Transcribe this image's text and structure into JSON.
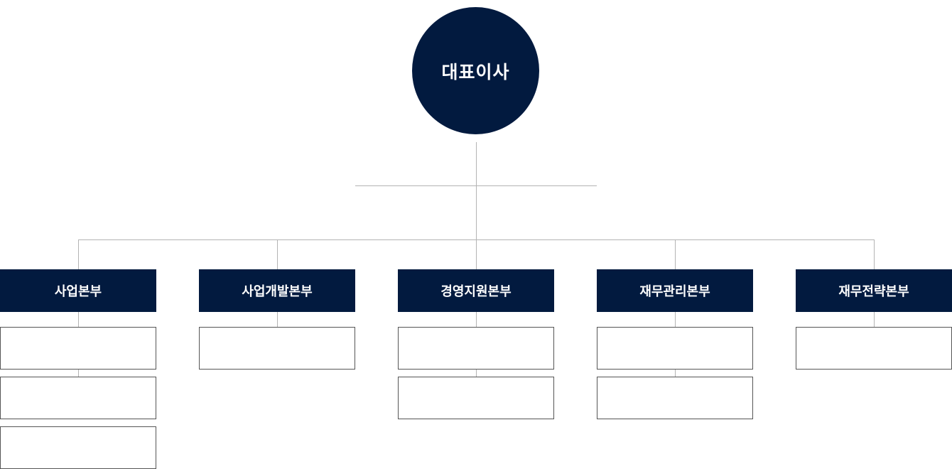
{
  "ceo": {
    "label": "대표이사"
  },
  "divisions": [
    {
      "label": "사업본부",
      "sub_count": 3
    },
    {
      "label": "사업개발본부",
      "sub_count": 1
    },
    {
      "label": "경영지원본부",
      "sub_count": 2
    },
    {
      "label": "재무관리본부",
      "sub_count": 2
    },
    {
      "label": "재무전략본부",
      "sub_count": 1
    }
  ],
  "colors": {
    "navy": "#021a3f",
    "connector": "#b3b3b3",
    "box_border": "#555555"
  }
}
